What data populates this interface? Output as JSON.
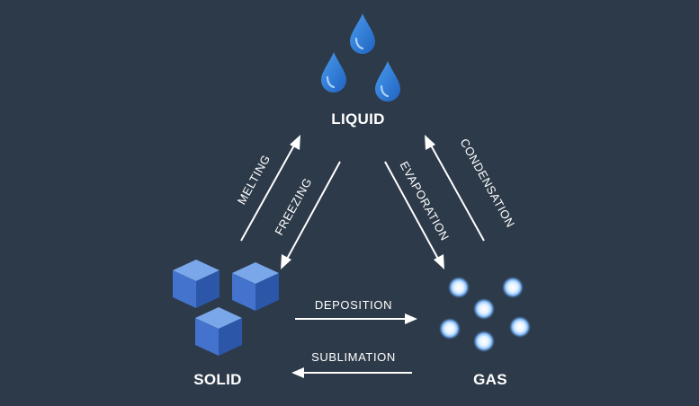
{
  "states": {
    "liquid": "LIQUID",
    "solid": "SOLID",
    "gas": "GAS"
  },
  "processes": {
    "melting": "MELTING",
    "freezing": "FREEZING",
    "evaporation": "EVAPORATION",
    "condensation": "CONDENSATION",
    "deposition": "DEPOSITION",
    "sublimation": "SUBLIMATION"
  },
  "colors": {
    "background": "#2d3a49",
    "drop": "#2f7fd6",
    "cube_top": "#6f9fe6",
    "cube_left": "#3f6fc7",
    "cube_right": "#2c56a8",
    "particle": "#e6f2ff",
    "particle_glow": "#6fb0ff",
    "text": "#ffffff"
  },
  "icons": {
    "liquid": "water-drop-icon",
    "solid": "ice-cube-icon",
    "gas": "gas-particle-icon"
  }
}
